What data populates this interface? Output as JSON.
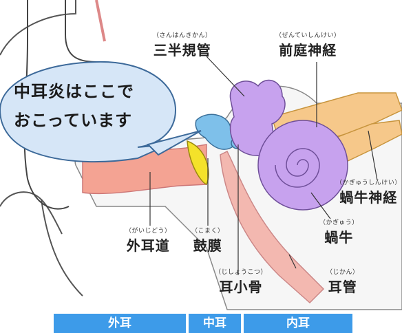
{
  "callout": {
    "line1": "中耳炎はここで",
    "line2": "おこっています"
  },
  "labels": {
    "semicircular_canals": {
      "ruby": "（さんはんきかん）",
      "text": "三半規管"
    },
    "vestibular_nerve": {
      "ruby": "（ぜんていしんけい）",
      "text": "前庭神経"
    },
    "cochlear_nerve": {
      "ruby": "（かぎゅうしんけい）",
      "text": "蝸牛神経"
    },
    "cochlea": {
      "ruby": "（かぎゅう）",
      "text": "蝸牛"
    },
    "ear_canal": {
      "ruby": "（がいじどう）",
      "text": "外耳道"
    },
    "eardrum": {
      "ruby": "（こまく）",
      "text": "鼓膜"
    },
    "ossicles": {
      "ruby": "（じしょうこつ）",
      "text": "耳小骨"
    },
    "eustachian_tube": {
      "ruby": "（じかん）",
      "text": "耳管"
    }
  },
  "sections": {
    "outer": "外耳",
    "middle": "中耳",
    "inner": "内耳"
  },
  "colors": {
    "canal": "#f4a393",
    "ossicle_blue": "#7ec0ea",
    "eardrum_yellow": "#f4e22a",
    "inner_purple": "#c7a2ee",
    "nerve_orange": "#f6c88a",
    "tube_pink": "#f3b8b0",
    "tab_blue": "#3d9be9",
    "bubble_fill": "#d6e6f7"
  }
}
